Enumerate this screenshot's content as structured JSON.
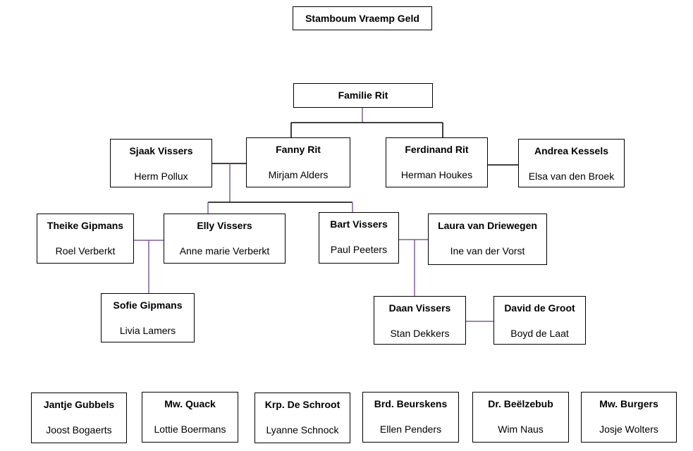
{
  "title": "Stamboum Vraemp Geld",
  "family": "Familie Rit",
  "colors": {
    "line_black": "#000000",
    "line_purple": "#7f5fa0"
  },
  "people": {
    "sjaak": {
      "name": "Sjaak Vissers",
      "actor": "Herm Pollux"
    },
    "fanny": {
      "name": "Fanny Rit",
      "actor": "Mirjam Alders"
    },
    "ferdinand": {
      "name": "Ferdinand Rit",
      "actor": "Herman Houkes"
    },
    "andrea": {
      "name": "Andrea Kessels",
      "actor": "Elsa van den Broek"
    },
    "theike": {
      "name": "Theike Gipmans",
      "actor": "Roel Verberkt"
    },
    "elly": {
      "name": "Elly Vissers",
      "actor": "Anne marie Verberkt"
    },
    "bart": {
      "name": "Bart Vissers",
      "actor": "Paul Peeters"
    },
    "laura": {
      "name": "Laura van Driewegen",
      "actor": "Ine van der Vorst"
    },
    "sofie": {
      "name": "Sofie Gipmans",
      "actor": "Livia Lamers"
    },
    "daan": {
      "name": "Daan Vissers",
      "actor": "Stan Dekkers"
    },
    "david": {
      "name": "David de Groot",
      "actor": "Boyd de Laat"
    }
  },
  "others": [
    {
      "name": "Jantje Gubbels",
      "actor": "Joost Bogaerts"
    },
    {
      "name": "Mw. Quack",
      "actor": "Lottie Boermans"
    },
    {
      "name": "Krp. De Schroot",
      "actor": "Lyanne Schnock"
    },
    {
      "name": "Brd. Beurskens",
      "actor": "Ellen Penders"
    },
    {
      "name": "Dr. Beëlzebub",
      "actor": "Wim Naus"
    },
    {
      "name": "Mw. Burgers",
      "actor": "Josje Wolters"
    }
  ]
}
